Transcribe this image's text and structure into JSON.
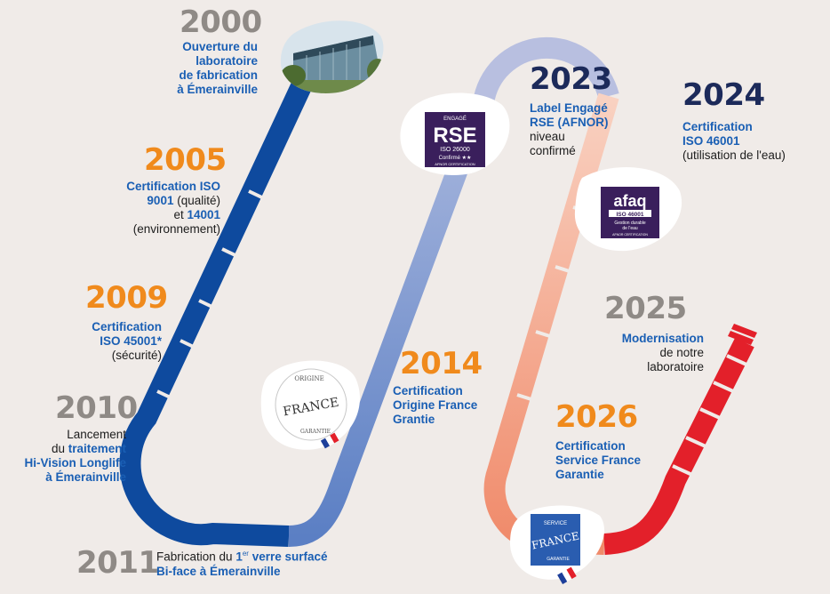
{
  "colors": {
    "background": "#f0ebe8",
    "dark_blue": "#0e4a9e",
    "mid_blue": "#5b7fc4",
    "light_blue": "#a8b8dd",
    "salmon": "#f2a186",
    "red": "#e3202a",
    "orange": "#f08a1c",
    "gray": "#8f8a86",
    "navy": "#1c2a5a",
    "text_blue": "#1a5fb4"
  },
  "milestones": {
    "y2000": {
      "year": "2000",
      "l1": "Ouverture du",
      "l2": "laboratoire",
      "l3": "de fabrication",
      "l4": "à Émerainville"
    },
    "y2005": {
      "year": "2005",
      "l1": "Certification ISO",
      "l2a": "9001",
      "l2b": " (qualité)",
      "l3a": "et ",
      "l3b": "14001",
      "l4": "(environnement)"
    },
    "y2009": {
      "year": "2009",
      "l1": "Certification",
      "l2": "ISO 45001*",
      "l3": "(sécurité)"
    },
    "y2010": {
      "year": "2010",
      "l1": "Lancement",
      "l2a": "du ",
      "l2b": "traitement",
      "l3": "Hi-Vision Longlife",
      "l4": "à Émerainville"
    },
    "y2011": {
      "year": "2011",
      "l1a": "Fabrication du ",
      "l1sup_base": "1",
      "l1sup": "er",
      "l1b": " verre surfacé",
      "l2": "Bi-face à Émerainville"
    },
    "y2014": {
      "year": "2014",
      "l1": "Certification",
      "l2": "Origine France",
      "l3": "Grantie"
    },
    "y2023": {
      "year": "2023",
      "l1": "Label Engagé",
      "l2": "RSE (AFNOR)",
      "l3": "niveau",
      "l4": "confirmé"
    },
    "y2024": {
      "year": "2024",
      "l1": "Certification",
      "l2": "ISO 46001",
      "l3": "(utilisation de l'eau)"
    },
    "y2025": {
      "year": "2025",
      "l1": "Modernisation",
      "l2": "de notre",
      "l3": "laboratoire"
    },
    "y2026": {
      "year": "2026",
      "l1": "Certification",
      "l2": "Service France",
      "l3": "Garantie"
    }
  },
  "badges": {
    "rse": {
      "top": "ENGAGÉ",
      "main": "RSE",
      "sub": "ISO 26000",
      "level": "Confirmé ★★",
      "foot": "AFNOR CERTIFICATION"
    },
    "afaq": {
      "main": "afaq",
      "sub": "ISO 46001",
      "desc1": "Gestion durable",
      "desc2": "de l'eau",
      "foot": "AFNOR CERTIFICATION"
    },
    "origine": {
      "top": "ORIGINE",
      "main": "FRANCE",
      "bottom": "GARANTIE"
    },
    "service": {
      "top": "SERVICE",
      "main": "FRANCE",
      "bottom": "GARANTIE"
    }
  }
}
